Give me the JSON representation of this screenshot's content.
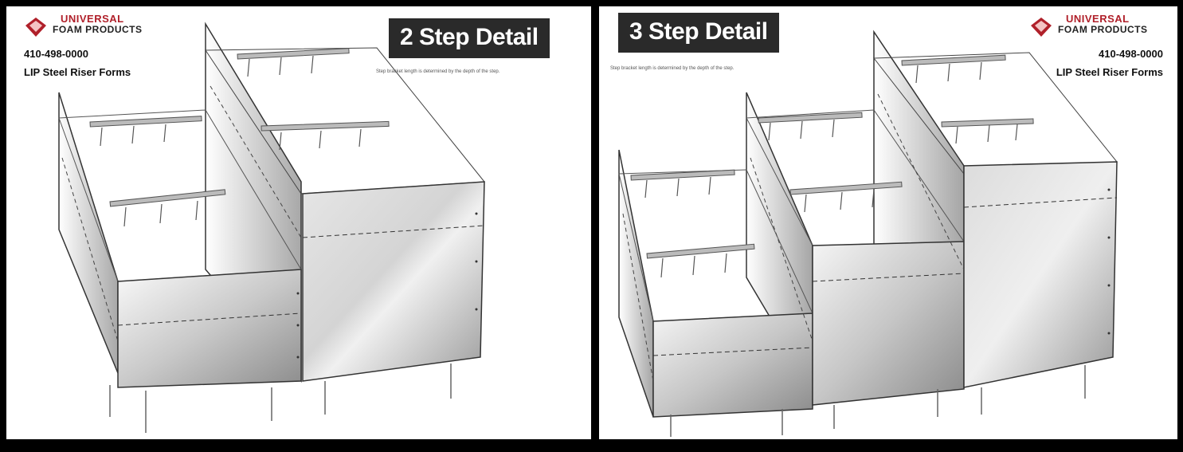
{
  "panels": [
    {
      "title": "2 Step Detail",
      "note": "Step bracket length is determined by the depth of the step.",
      "brand_top": "UNIVERSAL",
      "brand_bottom": "FOAM PRODUCTS",
      "phone": "410-498-0000",
      "product": "LIP Steel Riser Forms"
    },
    {
      "title": "3 Step Detail",
      "note": "Step bracket length is determined by the depth of the step.",
      "brand_top": "UNIVERSAL",
      "brand_bottom": "FOAM PRODUCTS",
      "phone": "410-498-0000",
      "product": "LIP Steel Riser Forms"
    }
  ],
  "colors": {
    "background": "#000000",
    "panel": "#ffffff",
    "title_box": "#2a2a2a",
    "brand_red": "#b0202a",
    "steel_light": "#f2f2f2",
    "steel_dark": "#8a8a8a"
  }
}
